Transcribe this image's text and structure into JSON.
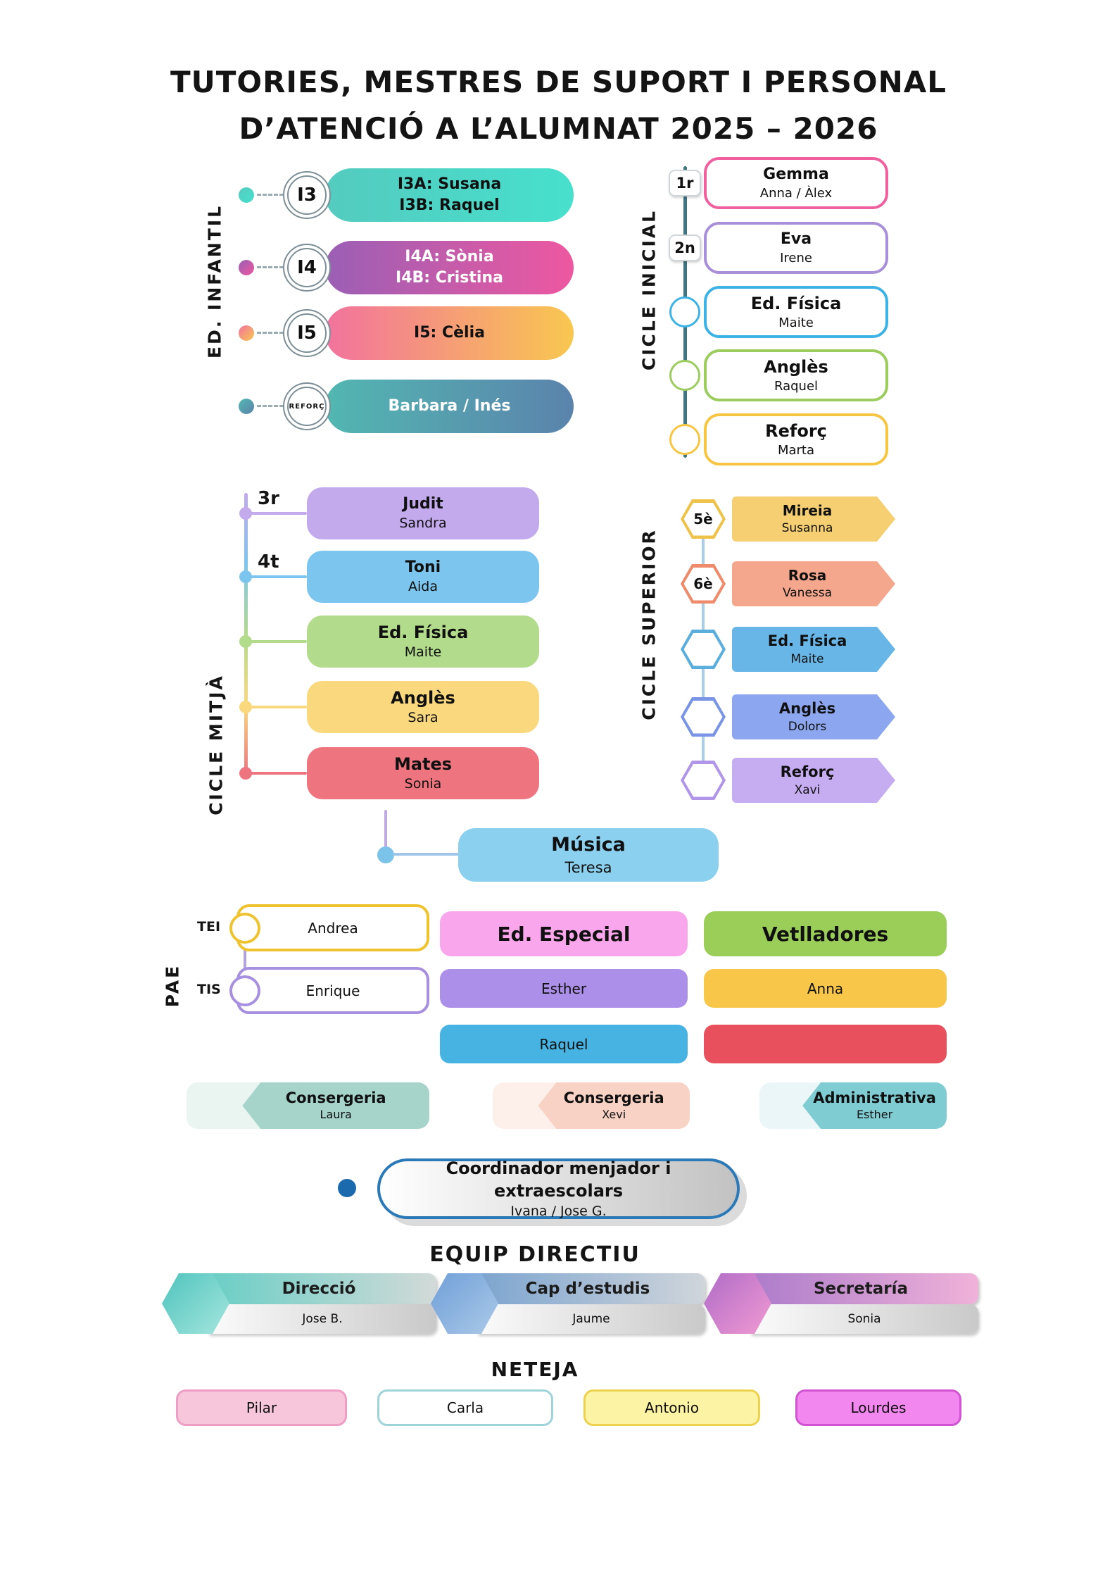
{
  "title": {
    "line1": "TUTORIES, MESTRES DE SUPORT I PERSONAL",
    "line2": "D’ATENCIÓ A L’ALUMNAT 2025 – 2026"
  },
  "ed_infantil": {
    "label": "ED. INFANTIL",
    "rows": [
      {
        "badge": "I3",
        "line1": "I3A: Susana",
        "line2": "I3B: Raquel",
        "bg": "linear-gradient(90deg,#54cbbf,#47e0cd)",
        "dot": "linear-gradient(135deg,#54cbbf,#47e0cd)",
        "text": "#111111"
      },
      {
        "badge": "I4",
        "line1": "I4A: Sònia",
        "line2": "I4B: Cristina",
        "bg": "linear-gradient(90deg,#9a5fb5,#ee58a0)",
        "dot": "linear-gradient(135deg,#9a5fb5,#ee58a0)",
        "text": "#ffffff"
      },
      {
        "badge": "I5",
        "line1": "I5: Cèlia",
        "line2": "",
        "bg": "linear-gradient(90deg,#f2729e,#f9c74f)",
        "dot": "linear-gradient(135deg,#f2729e,#f9c74f)",
        "text": "#111111"
      },
      {
        "badge": "REFORÇ",
        "line1": "Barbara / Inés",
        "line2": "",
        "bg": "linear-gradient(90deg,#52b7b1,#5b83ac)",
        "dot": "linear-gradient(135deg,#52b7b1,#5b83ac)",
        "text": "#ffffff"
      }
    ]
  },
  "cicle_inicial": {
    "label": "CICLE INICIAL",
    "rows": [
      {
        "badge": "1r",
        "line1": "Gemma",
        "line2": "Anna / Àlex",
        "border": "#f0609f"
      },
      {
        "badge": "2n",
        "line1": "Eva",
        "line2": "Irene",
        "border": "#a98fd8"
      },
      {
        "badge": "",
        "line1": "Ed. Física",
        "line2": "Maite",
        "border": "#3cb3e4"
      },
      {
        "badge": "",
        "line1": "Anglès",
        "line2": "Raquel",
        "border": "#9ccc5e"
      },
      {
        "badge": "",
        "line1": "Reforç",
        "line2": "Marta",
        "border": "#f6c643"
      }
    ]
  },
  "cicle_mitja": {
    "label": "CICLE MITJÀ",
    "rows": [
      {
        "tag": "3r",
        "line1": "Judit",
        "line2": "Sandra",
        "bg": "#c3aaec"
      },
      {
        "tag": "4t",
        "line1": "Toni",
        "line2": "Aida",
        "bg": "#7cc5ef"
      },
      {
        "tag": "",
        "line1": "Ed. Física",
        "line2": "Maite",
        "bg": "#b2db8b"
      },
      {
        "tag": "",
        "line1": "Anglès",
        "line2": "Sara",
        "bg": "#fad87e"
      },
      {
        "tag": "",
        "line1": "Mates",
        "line2": "Sonia",
        "bg": "#ee7580"
      }
    ]
  },
  "cicle_superior": {
    "label": "CICLE SUPERIOR",
    "rows": [
      {
        "badge": "5è",
        "line1": "Mireia",
        "line2": "Susanna",
        "bg": "#f6cf72",
        "badge_border": "#efc24a"
      },
      {
        "badge": "6è",
        "line1": "Rosa",
        "line2": "Vanessa",
        "bg": "#f5a78e",
        "badge_border": "#ef8a6b"
      },
      {
        "badge": "",
        "line1": "Ed. Física",
        "line2": "Maite",
        "bg": "#68b6e8",
        "badge_border": "#5aaede"
      },
      {
        "badge": "",
        "line1": "Anglès",
        "line2": "Dolors",
        "bg": "#8ca6f0",
        "badge_border": "#7a95e6"
      },
      {
        "badge": "",
        "line1": "Reforç",
        "line2": "Xavi",
        "bg": "#c6adf2",
        "badge_border": "#b095e8"
      }
    ]
  },
  "musica": {
    "line1": "Música",
    "line2": "Teresa",
    "bg": "#8bd1ef"
  },
  "pae": {
    "label": "PAE",
    "rows": [
      {
        "tag": "TEI",
        "name": "Andrea",
        "border": "#eec32f"
      },
      {
        "tag": "TIS",
        "name": "Enrique",
        "border": "#a890e0"
      }
    ]
  },
  "ed_especial": {
    "header": "Ed. Especial",
    "header_bg": "#f9a6ec",
    "rows": [
      {
        "name": "Esther",
        "bg": "#ab8fe8"
      },
      {
        "name": "Raquel",
        "bg": "#47b3e2"
      }
    ]
  },
  "vetlladores": {
    "header": "Vetlladores",
    "header_bg": "#9ace58",
    "rows": [
      {
        "name": "Anna",
        "bg": "#f8c648"
      },
      {
        "name": "",
        "bg": "#e8505e"
      }
    ]
  },
  "services": [
    {
      "title": "Consergeria",
      "name": "Laura",
      "bg_light": "#eaf5f2",
      "bg_main": "#a6d4cb"
    },
    {
      "title": "Consergeria",
      "name": "Xevi",
      "bg_light": "#fdf0ea",
      "bg_main": "#f8d2c4"
    },
    {
      "title": "Administrativa",
      "name": "Esther",
      "bg_light": "#eaf6f7",
      "bg_main": "#7fccd3"
    }
  ],
  "coordinador": {
    "line1": "Coordinador menjador i extraescolars",
    "line2": "Ivana / Jose G.",
    "border": "#2b79b7",
    "bg": "linear-gradient(90deg,#ffffff,#c2c2c2)",
    "dot": "#1a6aad"
  },
  "equip_directiu": {
    "heading": "EQUIP DIRECTIU",
    "items": [
      {
        "role": "Direcció",
        "name": "Jose B.",
        "hex_bg": "linear-gradient(135deg,#4fc4bd,#a5e6de)",
        "band_bg": "linear-gradient(90deg,#66cec5,#d2dad8)"
      },
      {
        "role": "Cap d’estudis",
        "name": "Jaume",
        "hex_bg": "linear-gradient(135deg,#6f9fd8,#abc9e8)",
        "band_bg": "linear-gradient(90deg,#7aa3cf,#d0d5db)"
      },
      {
        "role": "Secretaría",
        "name": "Sonia",
        "hex_bg": "linear-gradient(135deg,#b06cc8,#f19ad2)",
        "band_bg": "linear-gradient(90deg,#aa7aca,#f0b2d9)"
      }
    ]
  },
  "neteja": {
    "heading": "NETEJA",
    "items": [
      {
        "name": "Pilar",
        "bg": "#f7c6da",
        "border": "#ee9ec4"
      },
      {
        "name": "Carla",
        "bg": "#ffffff",
        "border": "#9ed3d8"
      },
      {
        "name": "Antonio",
        "bg": "#fdf3a4",
        "border": "#ecd24e"
      },
      {
        "name": "Lourdes",
        "bg": "#f387f0",
        "border": "#d153d1"
      }
    ]
  }
}
